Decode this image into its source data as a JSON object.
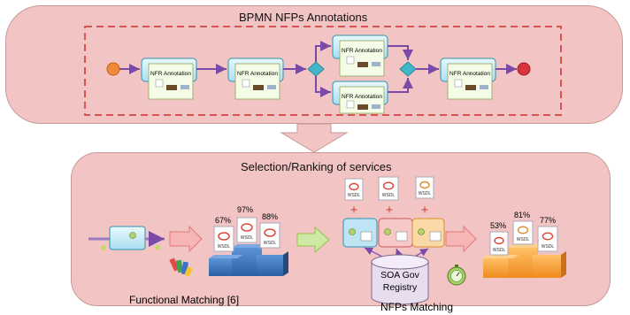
{
  "top_title": "BPMN NFPs Annotations",
  "bottom_title": "Selection/Ranking of services",
  "task_label": "NFR Annotation",
  "wsdl_label": "WSDL",
  "functional_label": "Functional Matching [6]",
  "nfp_label": "NFPs Matching",
  "registry_line1": "SOA Gov",
  "registry_line2": "Registry",
  "func_percents": [
    "67%",
    "97%",
    "88%"
  ],
  "nfp_percents": [
    "53%",
    "81%",
    "77%"
  ],
  "plus_sign": "+",
  "colors": {
    "panel": "#f2c4c4",
    "dashed_border": "#d9534f",
    "task_fill": "#cdeef8",
    "gateway": "#40b6c9",
    "start_event": "#f0893a",
    "end_event": "#d8323a",
    "podium_blue": "#3a6fb8",
    "podium_orange": "#f39a2e",
    "arrow_pink": "#f7b6b6",
    "arrow_green": "#cde9a3"
  }
}
